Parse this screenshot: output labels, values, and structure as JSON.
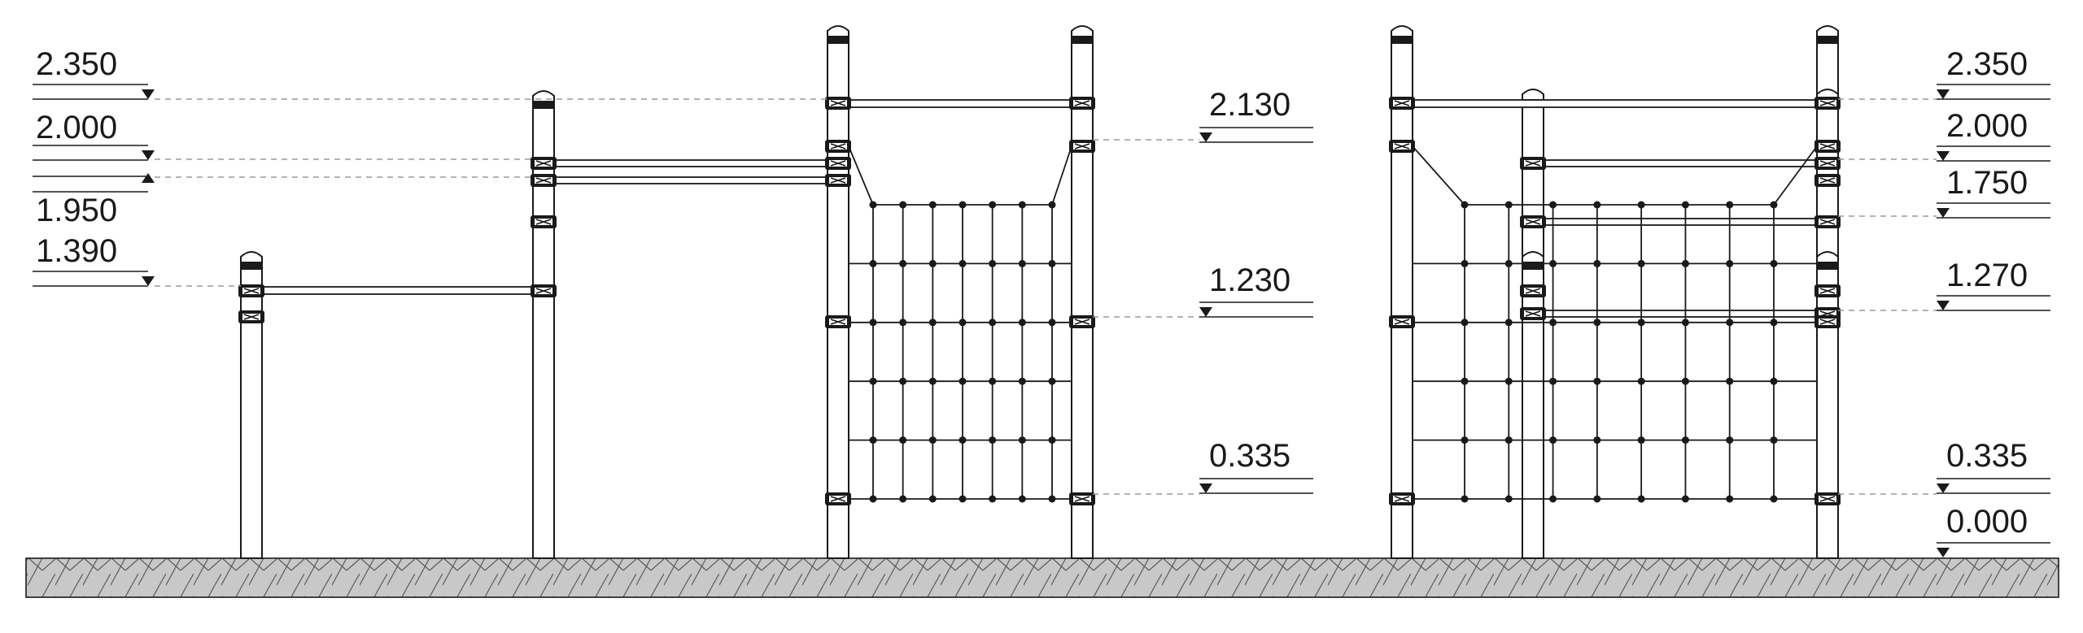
{
  "elevations_left": [
    "2.350",
    "2.000",
    "1.950",
    "1.390"
  ],
  "elevations_right_of_first": [
    "2.130",
    "1.230",
    "0.335"
  ],
  "elevations_far_right": [
    "2.350",
    "2.000",
    "1.750",
    "1.270",
    "0.335",
    "0.000"
  ],
  "colors": {
    "line": "#1a1a1a",
    "ground_fill": "#c8c8c8",
    "dash": "#9a9a9a",
    "clamp": "#1a1a1a"
  }
}
